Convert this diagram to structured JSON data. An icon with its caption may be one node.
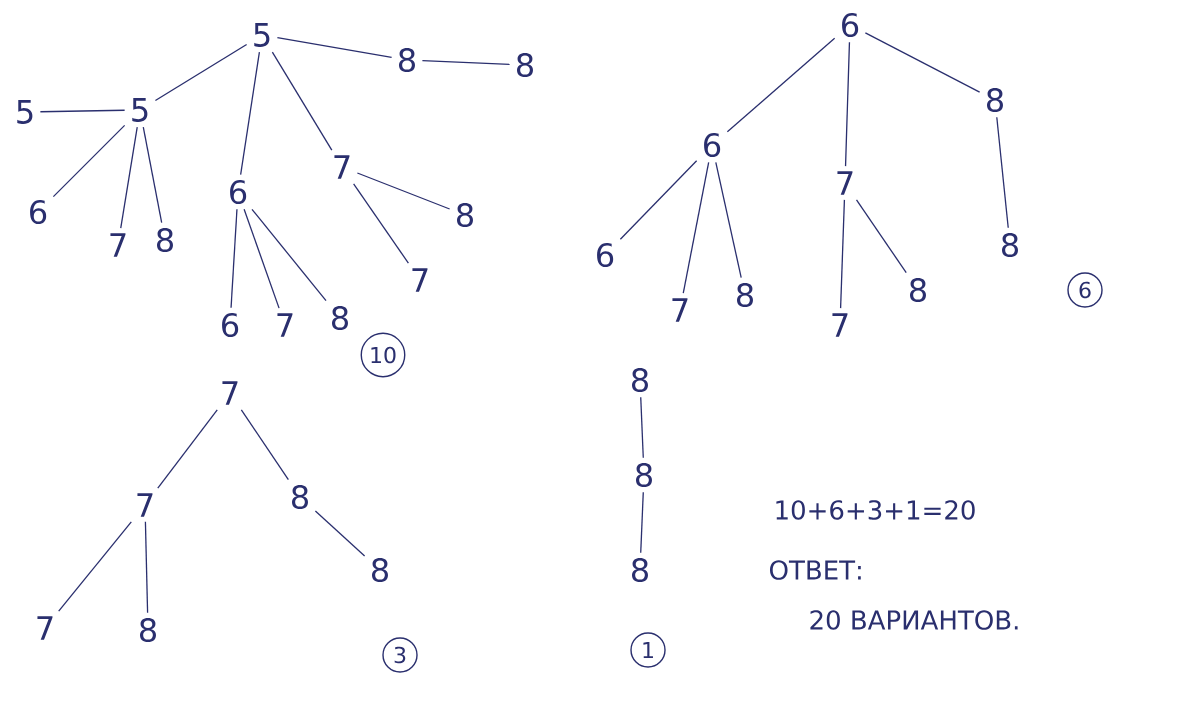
{
  "diagram": {
    "nodes": [
      {
        "text": [
          "5"
        ]
      },
      {
        "text": [
          "5"
        ]
      },
      {
        "text": [
          "5"
        ]
      },
      {
        "text": [
          "6"
        ]
      },
      {
        "text": [
          "7"
        ]
      },
      {
        "text": [
          "8"
        ]
      },
      {
        "text": [
          "6"
        ]
      },
      {
        "text": [
          "6"
        ]
      },
      {
        "text": [
          "7"
        ]
      },
      {
        "text": [
          "8"
        ]
      },
      {
        "text": [
          "7"
        ]
      },
      {
        "text": [
          "8"
        ]
      },
      {
        "text": [
          "7"
        ]
      },
      {
        "text": [
          "8"
        ]
      },
      {
        "text": [
          "8"
        ]
      },
      {
        "text": [
          "10"
        ]
      },
      {
        "text": [
          "6"
        ]
      },
      {
        "text": [
          "6"
        ]
      },
      {
        "text": [
          "6"
        ]
      },
      {
        "text": [
          "7"
        ]
      },
      {
        "text": [
          "8"
        ]
      },
      {
        "text": [
          "7"
        ]
      },
      {
        "text": [
          "7"
        ]
      },
      {
        "text": [
          "8"
        ]
      },
      {
        "text": [
          "8"
        ]
      },
      {
        "text": [
          "8"
        ]
      },
      {
        "text": [
          "6"
        ]
      },
      {
        "text": [
          "7"
        ]
      },
      {
        "text": [
          "7"
        ]
      },
      {
        "text": [
          "7"
        ]
      },
      {
        "text": [
          "8"
        ]
      },
      {
        "text": [
          "8"
        ]
      },
      {
        "text": [
          "8"
        ]
      },
      {
        "text": [
          "3"
        ]
      },
      {
        "text": [
          "8"
        ]
      },
      {
        "text": [
          "8"
        ]
      },
      {
        "text": [
          "8"
        ]
      },
      {
        "text": [
          "1"
        ]
      }
    ],
    "edges": [
      {
        "from": 0,
        "to": 1,
        "arrow": "none"
      },
      {
        "from": 1,
        "to": 2,
        "arrow": "none"
      },
      {
        "from": 1,
        "to": 3,
        "arrow": "none"
      },
      {
        "from": 1,
        "to": 4,
        "arrow": "none"
      },
      {
        "from": 1,
        "to": 5,
        "arrow": "none"
      },
      {
        "from": 0,
        "to": 6,
        "arrow": "none"
      },
      {
        "from": 6,
        "to": 7,
        "arrow": "none"
      },
      {
        "from": 6,
        "to": 8,
        "arrow": "none"
      },
      {
        "from": 6,
        "to": 9,
        "arrow": "none"
      },
      {
        "from": 0,
        "to": 10,
        "arrow": "none"
      },
      {
        "from": 10,
        "to": 11,
        "arrow": "none"
      },
      {
        "from": 10,
        "to": 12,
        "arrow": "none"
      },
      {
        "from": 0,
        "to": 13,
        "arrow": "none"
      },
      {
        "from": 13,
        "to": 14,
        "arrow": "none"
      },
      {
        "from": 16,
        "to": 17,
        "arrow": "none"
      },
      {
        "from": 17,
        "to": 18,
        "arrow": "none"
      },
      {
        "from": 17,
        "to": 19,
        "arrow": "none"
      },
      {
        "from": 17,
        "to": 20,
        "arrow": "none"
      },
      {
        "from": 16,
        "to": 21,
        "arrow": "none"
      },
      {
        "from": 21,
        "to": 22,
        "arrow": "none"
      },
      {
        "from": 21,
        "to": 23,
        "arrow": "none"
      },
      {
        "from": 16,
        "to": 24,
        "arrow": "none"
      },
      {
        "from": 24,
        "to": 25,
        "arrow": "none"
      },
      {
        "from": 27,
        "to": 28,
        "arrow": "none"
      },
      {
        "from": 28,
        "to": 29,
        "arrow": "none"
      },
      {
        "from": 28,
        "to": 30,
        "arrow": "none"
      },
      {
        "from": 27,
        "to": 31,
        "arrow": "none"
      },
      {
        "from": 31,
        "to": 32,
        "arrow": "none"
      },
      {
        "from": 34,
        "to": 35,
        "arrow": "none"
      },
      {
        "from": 35,
        "to": 36,
        "arrow": "none"
      }
    ],
    "labels": [
      "10+6+3+1=20",
      "ОТВЕТ:",
      "20 ВАРИАНТОВ."
    ]
  }
}
